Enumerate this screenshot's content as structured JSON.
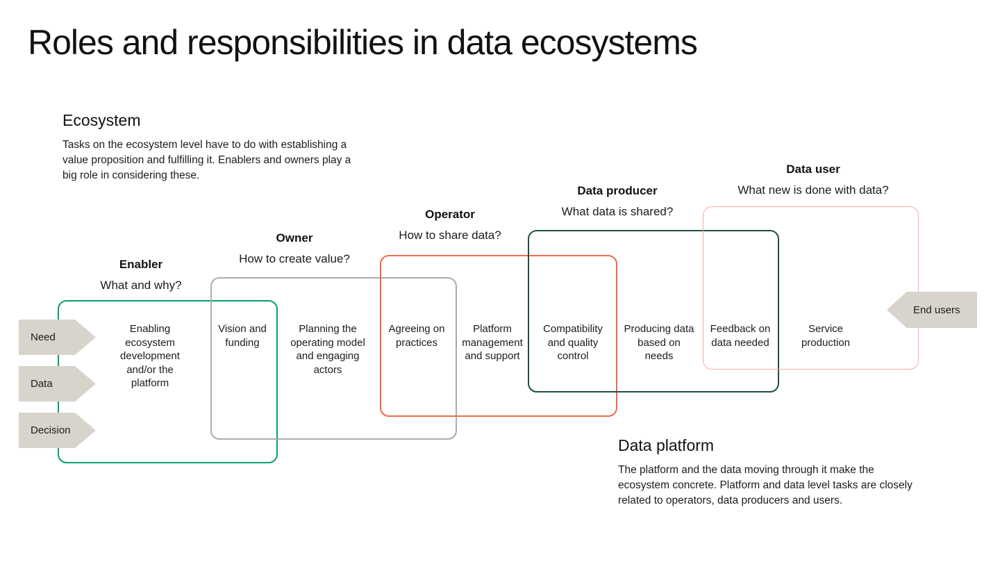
{
  "title": "Roles and responsibilities in data ecosystems",
  "sections": {
    "ecosystem": {
      "heading": "Ecosystem",
      "body": "Tasks on the ecosystem level have to do with establishing a value proposition and fulfilling it. Enablers and owners play a big role in considering these."
    },
    "data_platform": {
      "heading": "Data platform",
      "body": "The platform and the data moving through it make the ecosystem concrete. Platform and data level tasks are closely related to operators, data producers and users."
    }
  },
  "roles": [
    {
      "name": "Enabler",
      "question": "What and why?",
      "color": "#00a169"
    },
    {
      "name": "Owner",
      "question": "How to create value?",
      "color": "#acacac"
    },
    {
      "name": "Operator",
      "question": "How to share data?",
      "color": "#ef6a4b"
    },
    {
      "name": "Data producer",
      "question": "What data is shared?",
      "color": "#1d4f40"
    },
    {
      "name": "Data user",
      "question": "What new is done with data?",
      "color": "#f6aba1"
    }
  ],
  "tasks": [
    "Enabling ecosystem development and/or the platform",
    "Vision and funding",
    "Planning the operating model and engaging actors",
    "Agreeing on practices",
    "Platform management and support",
    "Compatibility and quality control",
    "Producing data based on needs",
    "Feedback on data needed",
    "Service production"
  ],
  "inputs": [
    {
      "label": "Need"
    },
    {
      "label": "Data"
    },
    {
      "label": "Decision"
    }
  ],
  "end_users_label": "End users",
  "arrow_color": "#d8d4cc"
}
